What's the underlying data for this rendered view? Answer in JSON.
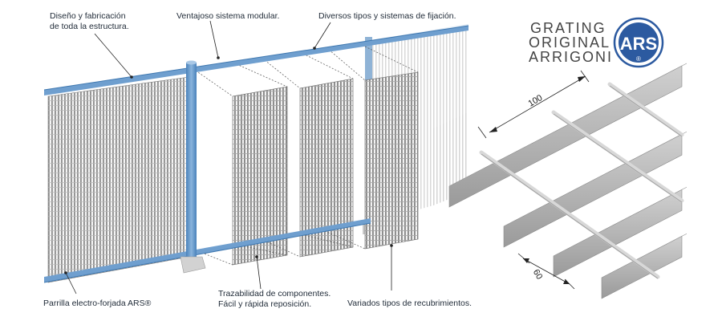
{
  "callouts": {
    "design_line1": "Diseño y fabricación",
    "design_line2": "de toda la estructura.",
    "modular": "Ventajoso sistema modular.",
    "fixing": "Diversos tipos y sistemas de fijación.",
    "grating": "Parrilla electro-forjada ARS®",
    "trace_line1": "Trazabilidad de componentes.",
    "trace_line2": "Fácil y rápida reposición.",
    "coatings": "Variados tipos de recubrimientos."
  },
  "brand": {
    "line1": "GRATING",
    "line2": "ORIGINAL",
    "line3": "ARRIGONI",
    "logo_text": "ARS",
    "logo_mark": "®"
  },
  "dimensions": {
    "top": "100",
    "bottom": "60"
  },
  "colors": {
    "frame_blue": "#6f9fcf",
    "frame_blue_dark": "#3f78b0",
    "logo_blue": "#2c5aa0",
    "mesh_gray": "#8c8c8c"
  }
}
